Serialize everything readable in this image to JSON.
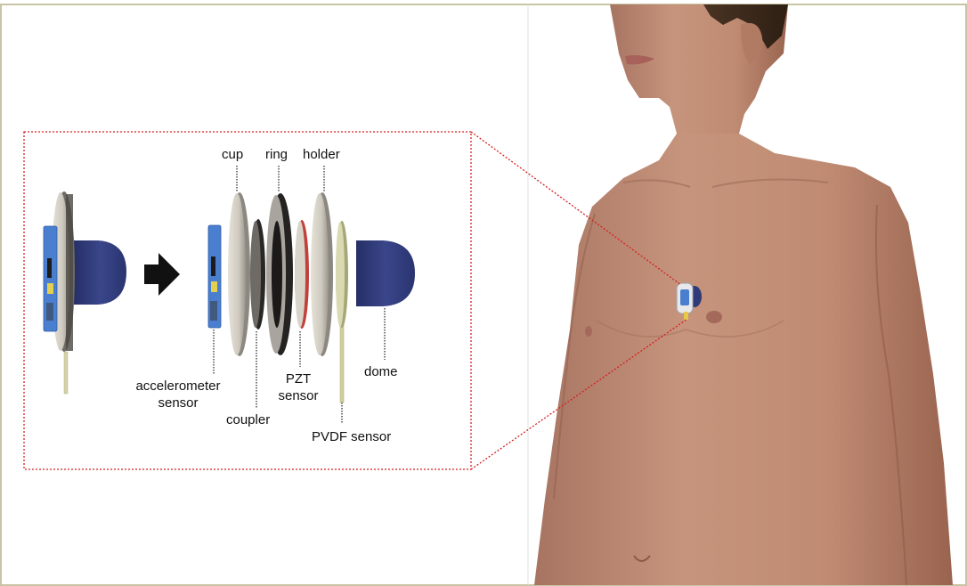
{
  "labels": {
    "cup": "cup",
    "ring": "ring",
    "holder": "holder",
    "accelerometer_line1": "accelerometer",
    "accelerometer_line2": "sensor",
    "coupler": "coupler",
    "pzt_line1": "PZT",
    "pzt_line2": "sensor",
    "pvdf": "PVDF sensor",
    "dome": "dome"
  },
  "colors": {
    "frame": "#c9c4a4",
    "callout": "#d81e1e",
    "dome": "#2f3a78",
    "skin": "#c08e77",
    "board": "#4a7fd0"
  }
}
